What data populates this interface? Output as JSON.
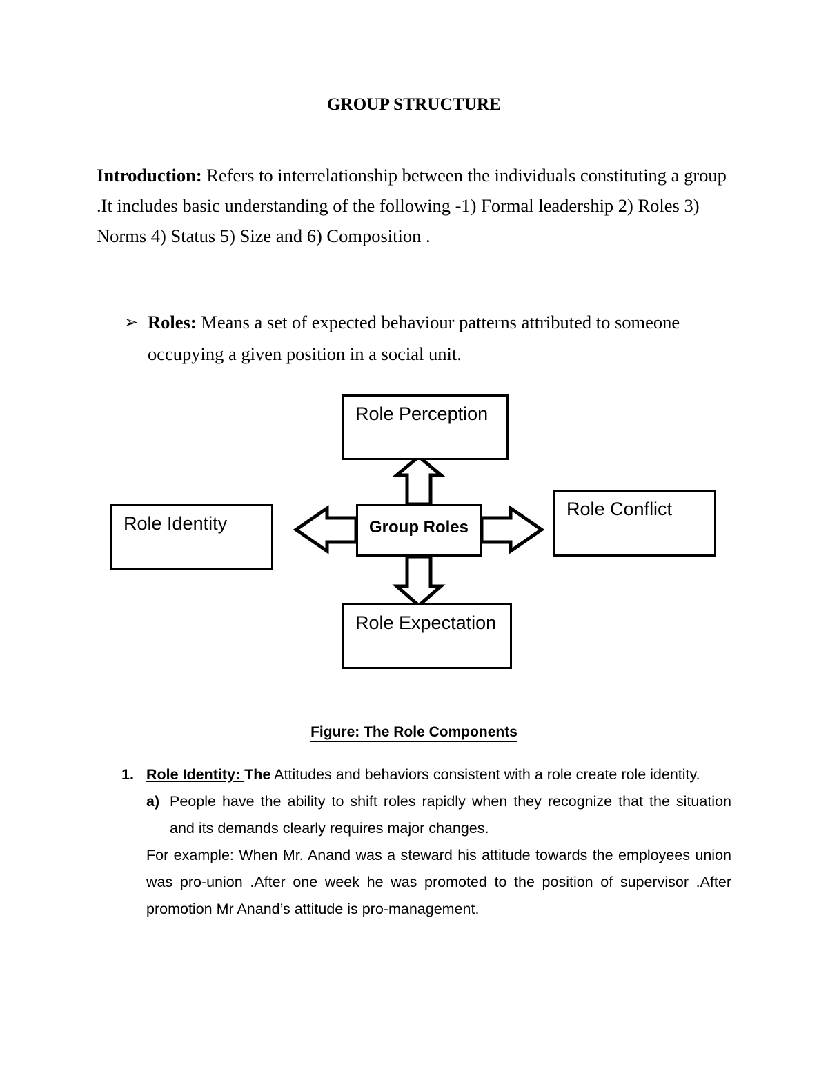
{
  "document": {
    "title": "GROUP STRUCTURE",
    "intro": {
      "label": "Introduction:",
      "text": " Refers to interrelationship between the individuals constituting a group .It includes basic understanding of the following -1) Formal leadership 2) Roles 3) Norms 4) Status 5) Size and 6) Composition ."
    },
    "roles_bullet": {
      "bullet_glyph": "➢",
      "label": "Roles:",
      "text": " Means a set of expected behaviour patterns attributed to someone occupying a given position in a social unit."
    },
    "figure_caption": "Figure: The Role Components",
    "list": {
      "item1": {
        "marker": "1.",
        "label": "Role Identity: ",
        "label_bold_tail": "The",
        "text": " Attitudes and behaviors consistent with a role create role identity."
      },
      "sub_a": {
        "marker": "a)",
        "text": "People have the ability to shift roles rapidly when they recognize that the situation and its demands clearly requires major changes."
      },
      "example": "For example: When Mr. Anand was a steward his attitude towards the employees union was  pro-union .After one week he was promoted to the position of supervisor .After promotion Mr Anand’s attitude is pro-management."
    }
  },
  "diagram": {
    "name": "role-components-diagram",
    "center": {
      "label": "Group Roles"
    },
    "nodes": [
      {
        "id": "role-perception",
        "label": "Role Perception",
        "position": "top"
      },
      {
        "id": "role-identity",
        "label": "Role Identity",
        "position": "left"
      },
      {
        "id": "role-conflict",
        "label": "Role Conflict",
        "position": "right"
      },
      {
        "id": "role-expectation",
        "label": "Role Expectation",
        "position": "bottom"
      }
    ],
    "arrows": [
      {
        "from": "group-roles",
        "to": "role-perception",
        "direction": "up"
      },
      {
        "from": "group-roles",
        "to": "role-identity",
        "direction": "left"
      },
      {
        "from": "group-roles",
        "to": "role-conflict",
        "direction": "right"
      },
      {
        "from": "group-roles",
        "to": "role-expectation",
        "direction": "down"
      }
    ],
    "colors": {
      "stroke": "#000000",
      "fill": "#ffffff"
    }
  }
}
